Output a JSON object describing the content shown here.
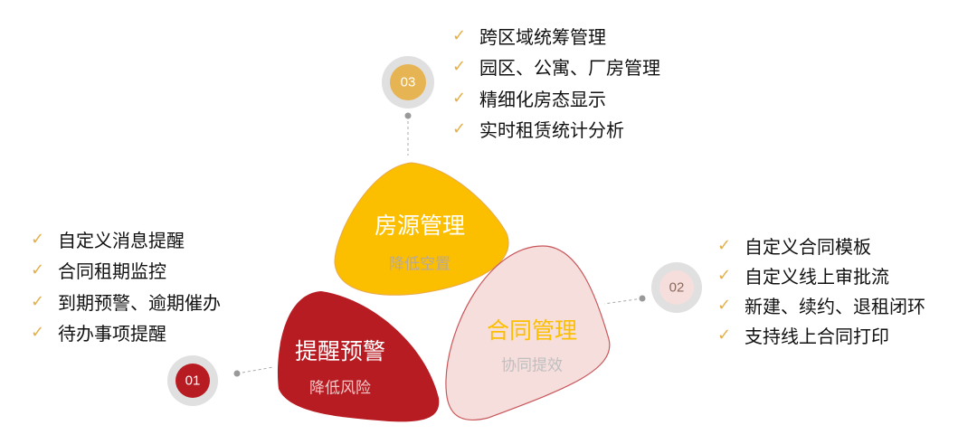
{
  "colors": {
    "yellow": "#fcbf00",
    "red": "#b81c23",
    "pink": "#f6dedd",
    "check": "#e3b04b",
    "ring": "#e0e0e0"
  },
  "nodes": [
    {
      "number": "03",
      "title": "房源管理",
      "subtitle": "降低空置",
      "features": [
        "跨区域统筹管理",
        "园区、公寓、厂房管理",
        "精细化房态显示",
        "实时租赁统计分析"
      ]
    },
    {
      "number": "02",
      "title": "合同管理",
      "subtitle": "协同提效",
      "features": [
        "自定义合同模板",
        "自定义线上审批流",
        "新建、续约、退租闭环",
        "支持线上合同打印"
      ]
    },
    {
      "number": "01",
      "title": "提醒预警",
      "subtitle": "降低风险",
      "features": [
        "自定义消息提醒",
        "合同租期监控",
        "到期预警、逾期催办",
        "待办事项提醒"
      ]
    }
  ],
  "check_icon": "✓"
}
